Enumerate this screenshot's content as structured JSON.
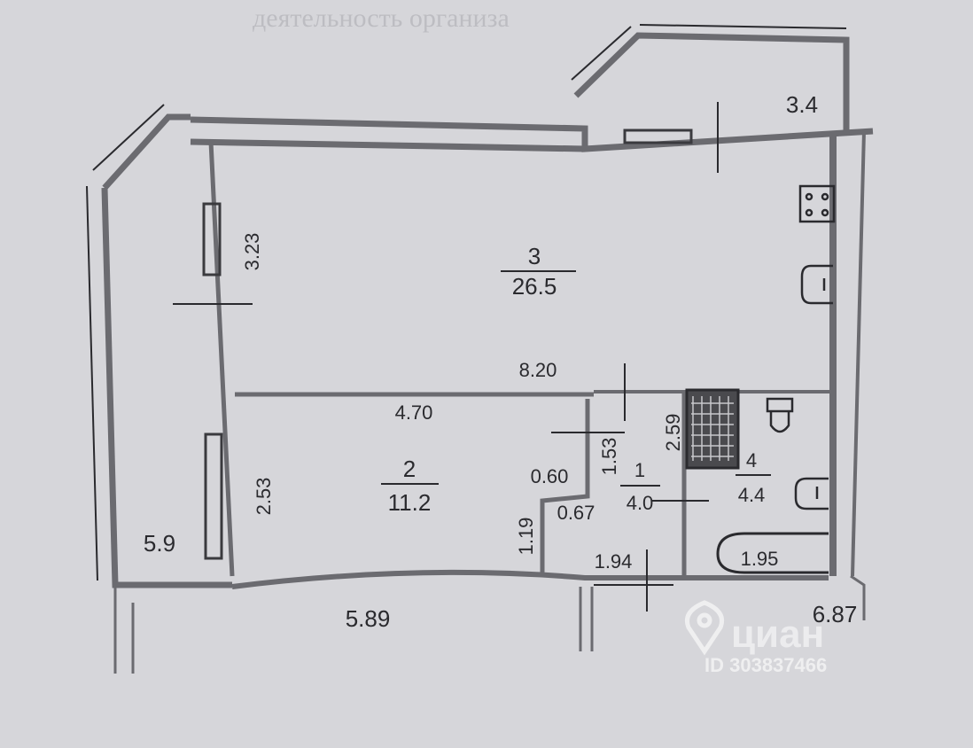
{
  "header_faint": "деятельность организа",
  "rooms": [
    {
      "number": "3",
      "area": "26.5"
    },
    {
      "number": "2",
      "area": "11.2"
    },
    {
      "number": "1",
      "area": "4.0"
    },
    {
      "number": "4",
      "area": "4.4"
    }
  ],
  "balconies": {
    "left_area": "5.9",
    "top_right_area": "3.4"
  },
  "dimensions": {
    "d_3_23": "3.23",
    "d_8_20": "8.20",
    "d_4_70": "4.70",
    "d_2_53": "2.53",
    "d_0_60": "0.60",
    "d_1_53": "1.53",
    "d_2_59": "2.59",
    "d_1_19": "1.19",
    "d_0_67": "0.67",
    "d_1_94": "1.94",
    "d_1_95": "1.95",
    "d_5_89": "5.89",
    "d_6_87": "6.87"
  },
  "watermark": {
    "brand": "циан",
    "id": "ID 303837466"
  }
}
